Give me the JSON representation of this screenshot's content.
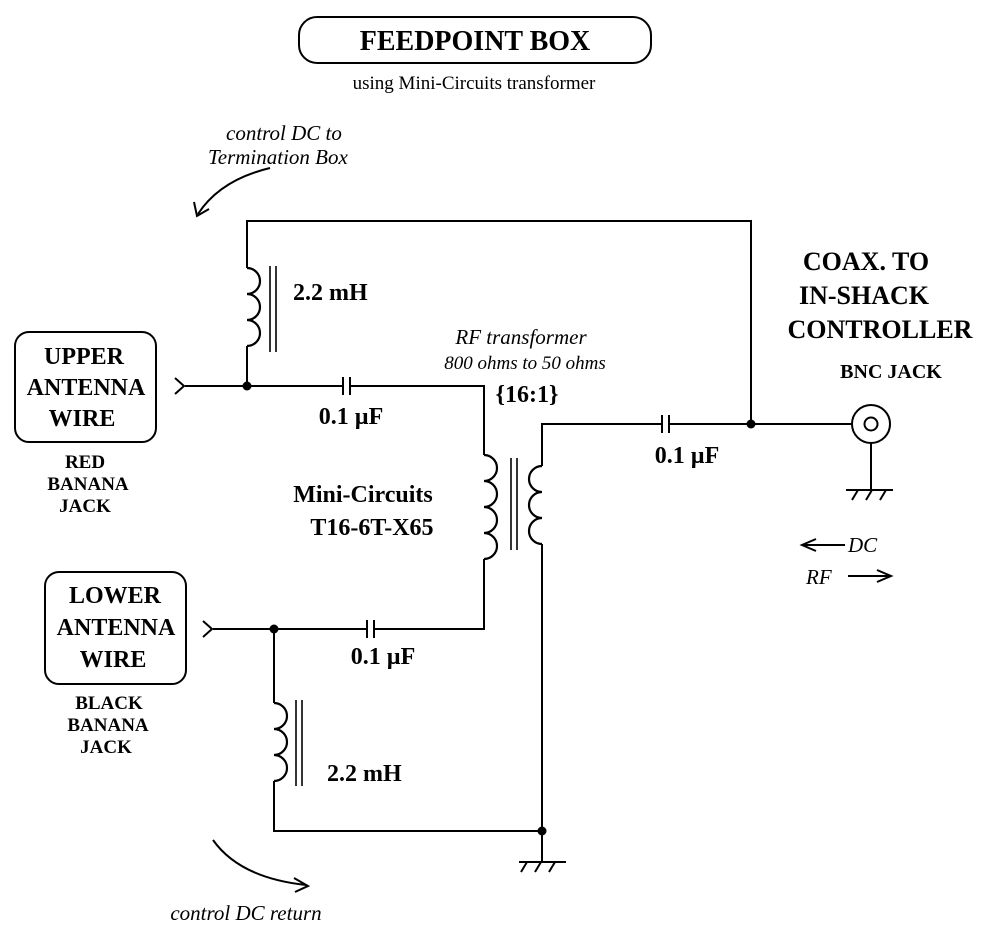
{
  "title": "FEEDPOINT BOX",
  "subtitle": "using Mini-Circuits transformer",
  "notes": {
    "control_dc_to_line1": "control DC to",
    "control_dc_to_line2": "Termination Box",
    "control_dc_return": "control DC return",
    "rf_transformer_line1": "RF transformer",
    "rf_transformer_line2": "800 ohms to 50 ohms",
    "rf_transformer_ratio": "{16:1}",
    "dc_direction": "DC",
    "rf_direction": "RF"
  },
  "components": {
    "inductor_upper": "2.2 mH",
    "inductor_lower": "2.2 mH",
    "capacitor_upper": "0.1 µF",
    "capacitor_lower": "0.1 µF",
    "capacitor_output": "0.1 µF",
    "transformer_line1": "Mini-Circuits",
    "transformer_line2": "T16-6T-X65"
  },
  "terminals": {
    "upper_antenna": [
      "UPPER",
      "ANTENNA",
      "WIRE"
    ],
    "upper_jack": [
      "RED",
      "BANANA",
      "JACK"
    ],
    "lower_antenna": [
      "LOWER",
      "ANTENNA",
      "WIRE"
    ],
    "lower_jack": [
      "BLACK",
      "BANANA",
      "JACK"
    ],
    "coax": [
      "COAX.  TO",
      "IN-SHACK",
      "CONTROLLER"
    ],
    "bnc": "BNC JACK"
  }
}
